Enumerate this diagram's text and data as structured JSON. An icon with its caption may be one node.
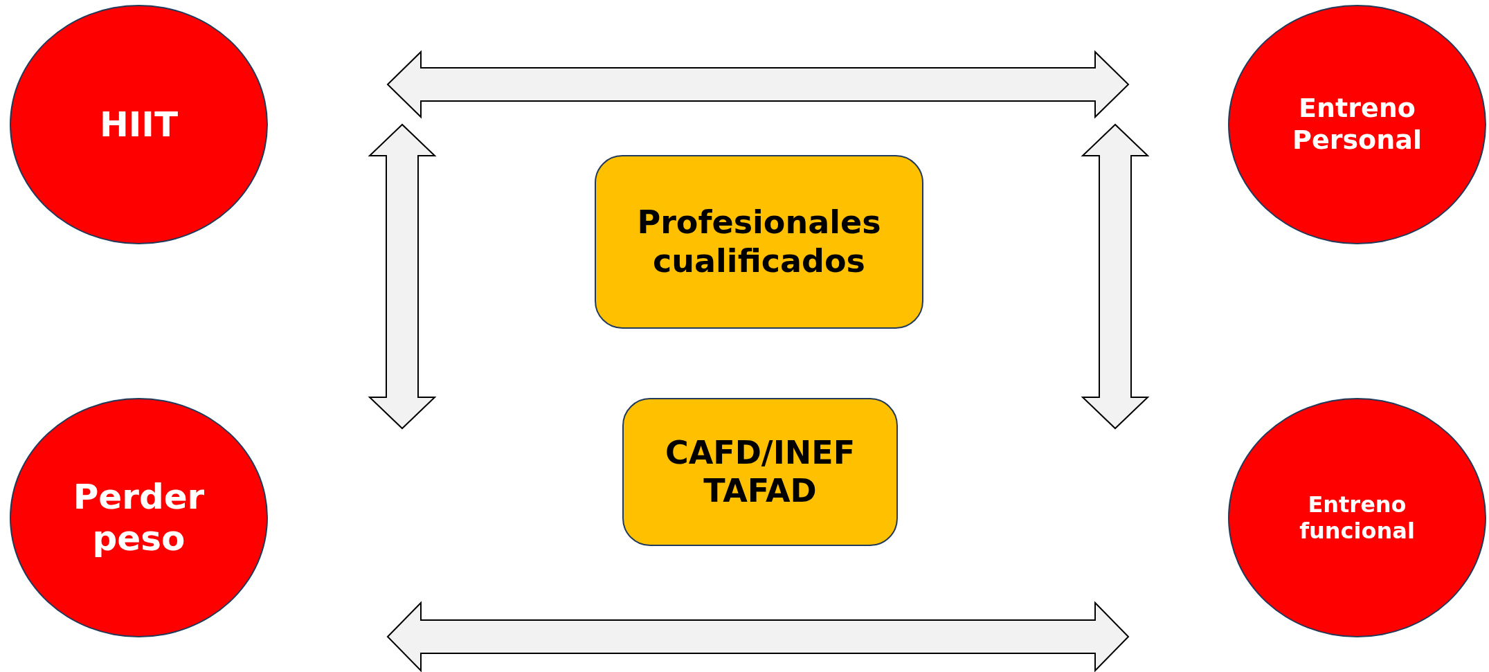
{
  "diagram": {
    "nodes": [
      {
        "text": [
          "HIIT"
        ]
      },
      {
        "text": [
          "Entreno Personal"
        ]
      },
      {
        "text": [
          "Profesionales cualificados"
        ]
      },
      {
        "text": [
          "CAFD/INEF TAFAD"
        ]
      },
      {
        "text": [
          "Perder peso"
        ]
      },
      {
        "text": [
          "Entreno funcional"
        ]
      }
    ],
    "edges": [
      {
        "from": 0,
        "to": 1,
        "arrow": "both"
      },
      {
        "from": 0,
        "to": 4,
        "arrow": "both"
      },
      {
        "from": 1,
        "to": 5,
        "arrow": "both"
      },
      {
        "from": 4,
        "to": 5,
        "arrow": "both"
      }
    ]
  }
}
